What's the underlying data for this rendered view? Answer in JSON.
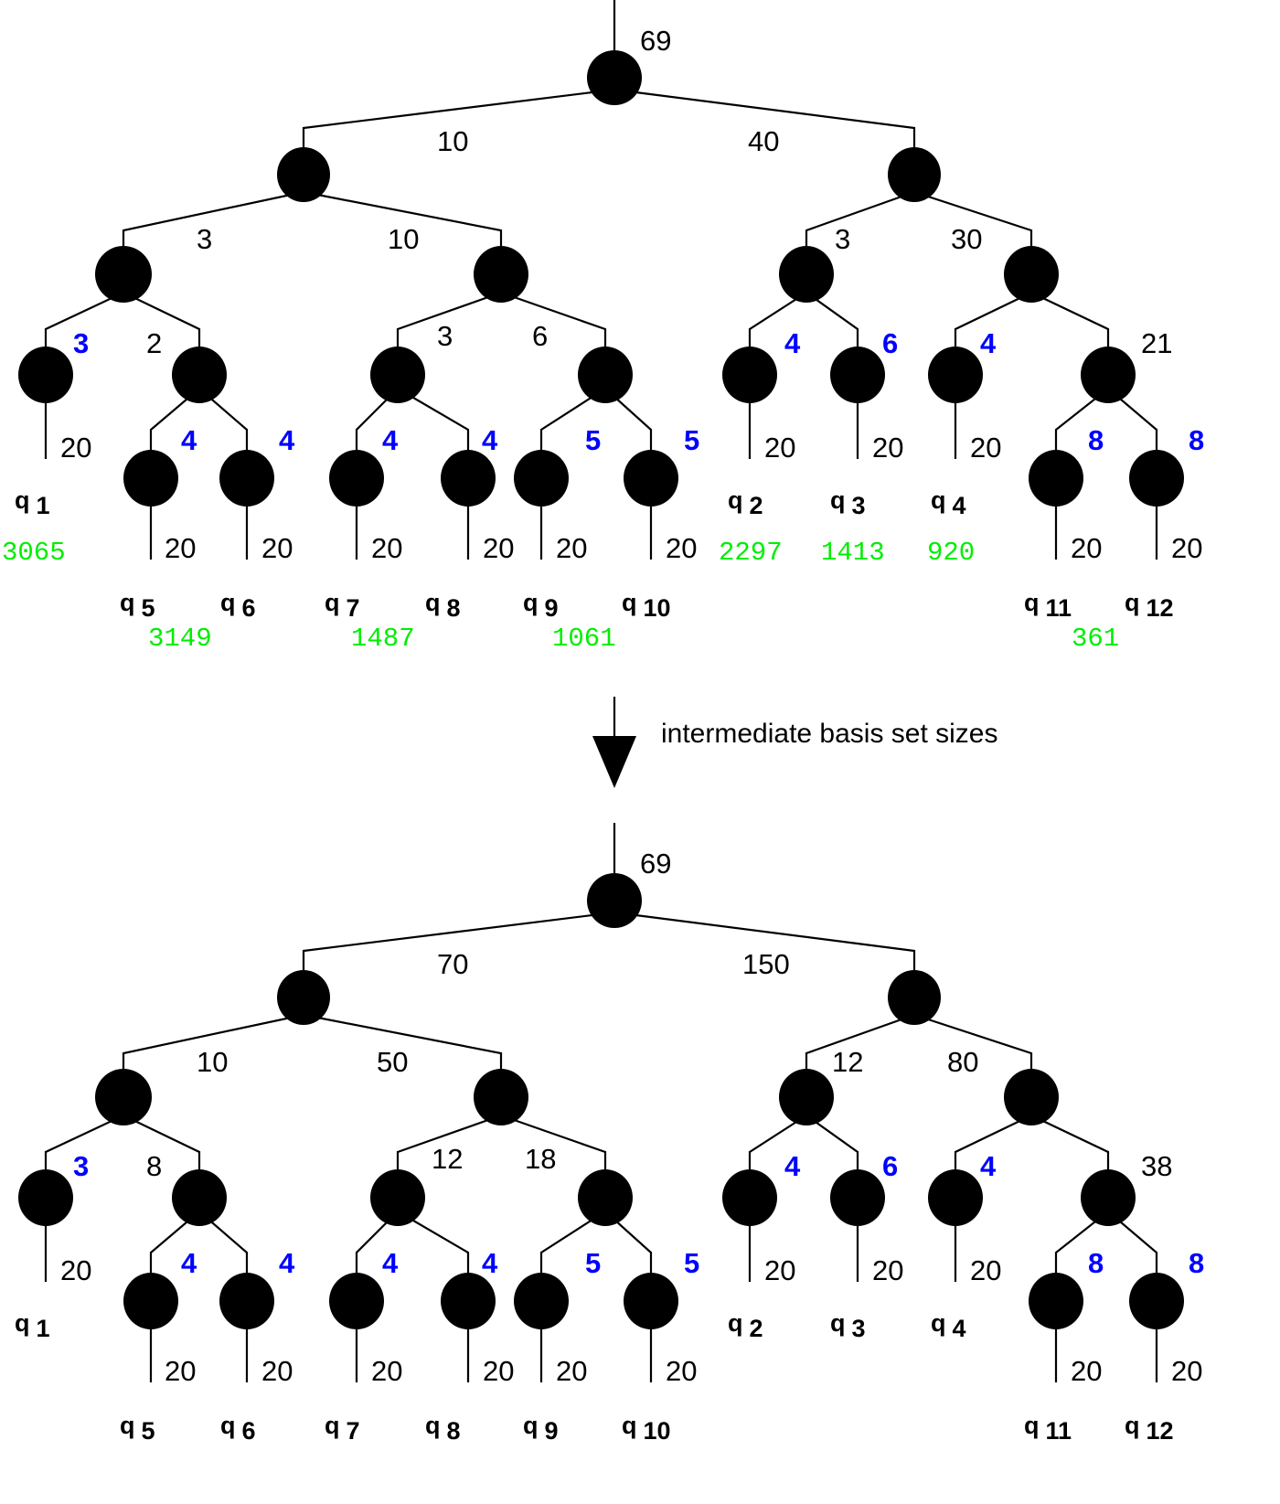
{
  "figure": {
    "caption": "intermediate basis set sizes",
    "colors": {
      "node": "#000000",
      "edge": "#000000",
      "highlight_blue": "#0000ff",
      "basis_green": "#00ee00",
      "background": "#ffffff"
    }
  },
  "chart_data": {
    "type": "diagram",
    "title": "",
    "description": "Two binary tree diagrams of a hierarchical matrix / tensor network. Edge labels are rank values; black labels are ordinary ranks, blue bold labels are highlighted ranks. Green numbers under the first tree are intermediate basis set sizes. An arrow between the trees is captioned 'intermediate basis set sizes'.",
    "trees": [
      {
        "name": "top-tree",
        "root_label": "69",
        "edge_labels": {
          "l1_left": "10",
          "l1_right": "40",
          "l2_a": "3",
          "l2_b": "10",
          "l2_c": "3",
          "l2_d": "30",
          "l3_a_left": "3",
          "l3_a_right": "2",
          "l3_b_left": "3",
          "l3_b_right": "6",
          "l3_c_left": "4",
          "l3_c_right": "6",
          "l3_d_left": "4",
          "l3_d_right": "21",
          "l4_n1": "20",
          "l4_n2_left": "4",
          "l4_n2_right": "4",
          "l4_n3_left": "4",
          "l4_n3_right": "4",
          "l4_n4_left": "5",
          "l4_n4_right": "5",
          "l4_n5": "20",
          "l4_n6": "20",
          "l4_n7": "20",
          "l4_n8_left": "8",
          "l4_n8_right": "8",
          "l5_q5": "20",
          "l5_q6": "20",
          "l5_q7": "20",
          "l5_q8": "20",
          "l5_q9": "20",
          "l5_q10": "20",
          "l5_q11": "20",
          "l5_q12": "20"
        },
        "blue_edges": [
          "l3_a_left",
          "l3_c_left",
          "l3_c_right",
          "l3_d_left",
          "l4_n2_left",
          "l4_n2_right",
          "l4_n3_left",
          "l4_n3_right",
          "l4_n4_left",
          "l4_n4_right",
          "l4_n8_left",
          "l4_n8_right"
        ],
        "leaf_labels": [
          "q 1",
          "q 2",
          "q 3",
          "q 4",
          "q 5",
          "q 6",
          "q 7",
          "q 8",
          "q 9",
          "q 10",
          "q 11",
          "q 12"
        ],
        "basis_sizes": [
          {
            "label": "3065",
            "under": "q1"
          },
          {
            "label": "2297",
            "under": "q2"
          },
          {
            "label": "1413",
            "under": "q3"
          },
          {
            "label": "920",
            "under": "q4"
          },
          {
            "label": "3149",
            "under": "q5-q6"
          },
          {
            "label": "1487",
            "under": "q7-q8"
          },
          {
            "label": "1061",
            "under": "q9-q10"
          },
          {
            "label": "361",
            "under": "q11-q12"
          }
        ]
      },
      {
        "name": "bottom-tree",
        "root_label": "69",
        "edge_labels": {
          "l1_left": "70",
          "l1_right": "150",
          "l2_a": "10",
          "l2_b": "50",
          "l2_c": "12",
          "l2_d": "80",
          "l3_a_left": "3",
          "l3_a_right": "8",
          "l3_b_left": "12",
          "l3_b_right": "18",
          "l3_c_left": "4",
          "l3_c_right": "6",
          "l3_d_left": "4",
          "l3_d_right": "38",
          "l4_n1": "20",
          "l4_n2_left": "4",
          "l4_n2_right": "4",
          "l4_n3_left": "4",
          "l4_n3_right": "4",
          "l4_n4_left": "5",
          "l4_n4_right": "5",
          "l4_n5": "20",
          "l4_n6": "20",
          "l4_n7": "20",
          "l4_n8_left": "8",
          "l4_n8_right": "8",
          "l5_q5": "20",
          "l5_q6": "20",
          "l5_q7": "20",
          "l5_q8": "20",
          "l5_q9": "20",
          "l5_q10": "20",
          "l5_q11": "20",
          "l5_q12": "20"
        },
        "blue_edges": [
          "l3_a_left",
          "l3_c_left",
          "l3_c_right",
          "l3_d_left",
          "l4_n2_left",
          "l4_n2_right",
          "l4_n3_left",
          "l4_n3_right",
          "l4_n4_left",
          "l4_n4_right",
          "l4_n8_left",
          "l4_n8_right"
        ],
        "leaf_labels": [
          "q 1",
          "q 2",
          "q 3",
          "q 4",
          "q 5",
          "q 6",
          "q 7",
          "q 8",
          "q 9",
          "q 10",
          "q 11",
          "q 12"
        ],
        "basis_sizes": []
      }
    ]
  },
  "top_tree": {
    "root": {
      "value": "69"
    },
    "edges": [
      {
        "id": "e-l1-left",
        "label": "10",
        "blue": false
      },
      {
        "id": "e-l1-right",
        "label": "40",
        "blue": false
      },
      {
        "id": "e-l2-a",
        "label": "3",
        "blue": false
      },
      {
        "id": "e-l2-b",
        "label": "10",
        "blue": false
      },
      {
        "id": "e-l2-c",
        "label": "3",
        "blue": false
      },
      {
        "id": "e-l2-d",
        "label": "30",
        "blue": false
      },
      {
        "id": "e-l3-a-l",
        "label": "3",
        "blue": true
      },
      {
        "id": "e-l3-a-r",
        "label": "2",
        "blue": false
      },
      {
        "id": "e-l3-b-l",
        "label": "3",
        "blue": false
      },
      {
        "id": "e-l3-b-r",
        "label": "6",
        "blue": false
      },
      {
        "id": "e-l3-c-l",
        "label": "4",
        "blue": true
      },
      {
        "id": "e-l3-c-r",
        "label": "6",
        "blue": true
      },
      {
        "id": "e-l3-d-l",
        "label": "4",
        "blue": true
      },
      {
        "id": "e-l3-d-r",
        "label": "21",
        "blue": false
      },
      {
        "id": "e-l4-1",
        "label": "20",
        "blue": false
      },
      {
        "id": "e-l4-2l",
        "label": "4",
        "blue": true
      },
      {
        "id": "e-l4-2r",
        "label": "4",
        "blue": true
      },
      {
        "id": "e-l4-3l",
        "label": "4",
        "blue": true
      },
      {
        "id": "e-l4-3r",
        "label": "4",
        "blue": true
      },
      {
        "id": "e-l4-4l",
        "label": "5",
        "blue": true
      },
      {
        "id": "e-l4-4r",
        "label": "5",
        "blue": true
      },
      {
        "id": "e-l4-5",
        "label": "20",
        "blue": false
      },
      {
        "id": "e-l4-6",
        "label": "20",
        "blue": false
      },
      {
        "id": "e-l4-7",
        "label": "20",
        "blue": false
      },
      {
        "id": "e-l4-8l",
        "label": "8",
        "blue": true
      },
      {
        "id": "e-l4-8r",
        "label": "8",
        "blue": true
      },
      {
        "id": "e-l5-q5",
        "label": "20",
        "blue": false
      },
      {
        "id": "e-l5-q6",
        "label": "20",
        "blue": false
      },
      {
        "id": "e-l5-q7",
        "label": "20",
        "blue": false
      },
      {
        "id": "e-l5-q8",
        "label": "20",
        "blue": false
      },
      {
        "id": "e-l5-q9",
        "label": "20",
        "blue": false
      },
      {
        "id": "e-l5-q10",
        "label": "20",
        "blue": false
      },
      {
        "id": "e-l5-q11",
        "label": "20",
        "blue": false
      },
      {
        "id": "e-l5-q12",
        "label": "20",
        "blue": false
      }
    ],
    "leaves": [
      {
        "id": "q1",
        "base": "q",
        "sub": "1"
      },
      {
        "id": "q2",
        "base": "q",
        "sub": "2"
      },
      {
        "id": "q3",
        "base": "q",
        "sub": "3"
      },
      {
        "id": "q4",
        "base": "q",
        "sub": "4"
      },
      {
        "id": "q5",
        "base": "q",
        "sub": "5"
      },
      {
        "id": "q6",
        "base": "q",
        "sub": "6"
      },
      {
        "id": "q7",
        "base": "q",
        "sub": "7"
      },
      {
        "id": "q8",
        "base": "q",
        "sub": "8"
      },
      {
        "id": "q9",
        "base": "q",
        "sub": "9"
      },
      {
        "id": "q10",
        "base": "q",
        "sub": "10"
      },
      {
        "id": "q11",
        "base": "q",
        "sub": "11"
      },
      {
        "id": "q12",
        "base": "q",
        "sub": "12"
      }
    ],
    "basis": {
      "b_q1": "3065",
      "b_q2": "2297",
      "b_q3": "1413",
      "b_q4": "920",
      "b_q56": "3149",
      "b_q78": "1487",
      "b_q910": "1061",
      "b_q1112": "361"
    }
  },
  "arrow": {
    "caption": "intermediate basis set sizes"
  },
  "bottom_tree": {
    "root": {
      "value": "69"
    },
    "edges": [
      {
        "id": "e-l1-left",
        "label": "70",
        "blue": false
      },
      {
        "id": "e-l1-right",
        "label": "150",
        "blue": false
      },
      {
        "id": "e-l2-a",
        "label": "10",
        "blue": false
      },
      {
        "id": "e-l2-b",
        "label": "50",
        "blue": false
      },
      {
        "id": "e-l2-c",
        "label": "12",
        "blue": false
      },
      {
        "id": "e-l2-d",
        "label": "80",
        "blue": false
      },
      {
        "id": "e-l3-a-l",
        "label": "3",
        "blue": true
      },
      {
        "id": "e-l3-a-r",
        "label": "8",
        "blue": false
      },
      {
        "id": "e-l3-b-l",
        "label": "12",
        "blue": false
      },
      {
        "id": "e-l3-b-r",
        "label": "18",
        "blue": false
      },
      {
        "id": "e-l3-c-l",
        "label": "4",
        "blue": true
      },
      {
        "id": "e-l3-c-r",
        "label": "6",
        "blue": true
      },
      {
        "id": "e-l3-d-l",
        "label": "4",
        "blue": true
      },
      {
        "id": "e-l3-d-r",
        "label": "38",
        "blue": false
      },
      {
        "id": "e-l4-1",
        "label": "20",
        "blue": false
      },
      {
        "id": "e-l4-2l",
        "label": "4",
        "blue": true
      },
      {
        "id": "e-l4-2r",
        "label": "4",
        "blue": true
      },
      {
        "id": "e-l4-3l",
        "label": "4",
        "blue": true
      },
      {
        "id": "e-l4-3r",
        "label": "4",
        "blue": true
      },
      {
        "id": "e-l4-4l",
        "label": "5",
        "blue": true
      },
      {
        "id": "e-l4-4r",
        "label": "5",
        "blue": true
      },
      {
        "id": "e-l4-5",
        "label": "20",
        "blue": false
      },
      {
        "id": "e-l4-6",
        "label": "20",
        "blue": false
      },
      {
        "id": "e-l4-7",
        "label": "20",
        "blue": false
      },
      {
        "id": "e-l4-8l",
        "label": "8",
        "blue": true
      },
      {
        "id": "e-l4-8r",
        "label": "8",
        "blue": true
      },
      {
        "id": "e-l5-q5",
        "label": "20",
        "blue": false
      },
      {
        "id": "e-l5-q6",
        "label": "20",
        "blue": false
      },
      {
        "id": "e-l5-q7",
        "label": "20",
        "blue": false
      },
      {
        "id": "e-l5-q8",
        "label": "20",
        "blue": false
      },
      {
        "id": "e-l5-q9",
        "label": "20",
        "blue": false
      },
      {
        "id": "e-l5-q10",
        "label": "20",
        "blue": false
      },
      {
        "id": "e-l5-q11",
        "label": "20",
        "blue": false
      },
      {
        "id": "e-l5-q12",
        "label": "20",
        "blue": false
      }
    ],
    "leaves": [
      {
        "id": "q1",
        "base": "q",
        "sub": "1"
      },
      {
        "id": "q2",
        "base": "q",
        "sub": "2"
      },
      {
        "id": "q3",
        "base": "q",
        "sub": "3"
      },
      {
        "id": "q4",
        "base": "q",
        "sub": "4"
      },
      {
        "id": "q5",
        "base": "q",
        "sub": "5"
      },
      {
        "id": "q6",
        "base": "q",
        "sub": "6"
      },
      {
        "id": "q7",
        "base": "q",
        "sub": "7"
      },
      {
        "id": "q8",
        "base": "q",
        "sub": "8"
      },
      {
        "id": "q9",
        "base": "q",
        "sub": "9"
      },
      {
        "id": "q10",
        "base": "q",
        "sub": "10"
      },
      {
        "id": "q11",
        "base": "q",
        "sub": "11"
      },
      {
        "id": "q12",
        "base": "q",
        "sub": "12"
      }
    ]
  }
}
